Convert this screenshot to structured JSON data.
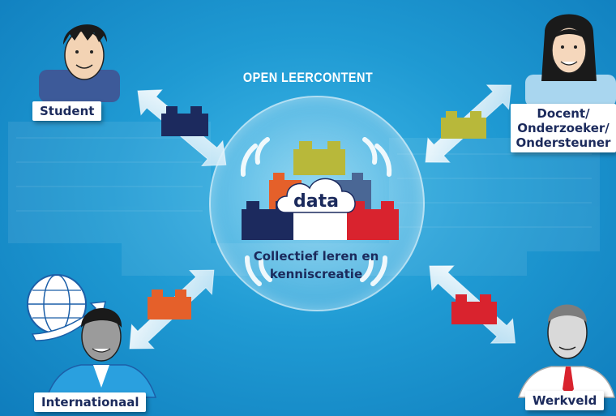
{
  "title": "OPEN LEERCONTENT",
  "center": {
    "cloud_label": "data",
    "caption_line1": "Collectief leren en",
    "caption_line2": "kenniscreatie"
  },
  "actors": {
    "student": "Student",
    "docent_line1": "Docent/",
    "docent_line2": "Onderzoeker/",
    "docent_line3": "Ondersteuner",
    "internationaal": "Internationaal",
    "werkveld": "Werkveld"
  },
  "colors": {
    "navy": "#1c2a5e",
    "olive": "#b8b83a",
    "orange": "#e5602a",
    "red": "#d9232e",
    "slate": "#4a6795",
    "background": "#1f9ad3"
  }
}
